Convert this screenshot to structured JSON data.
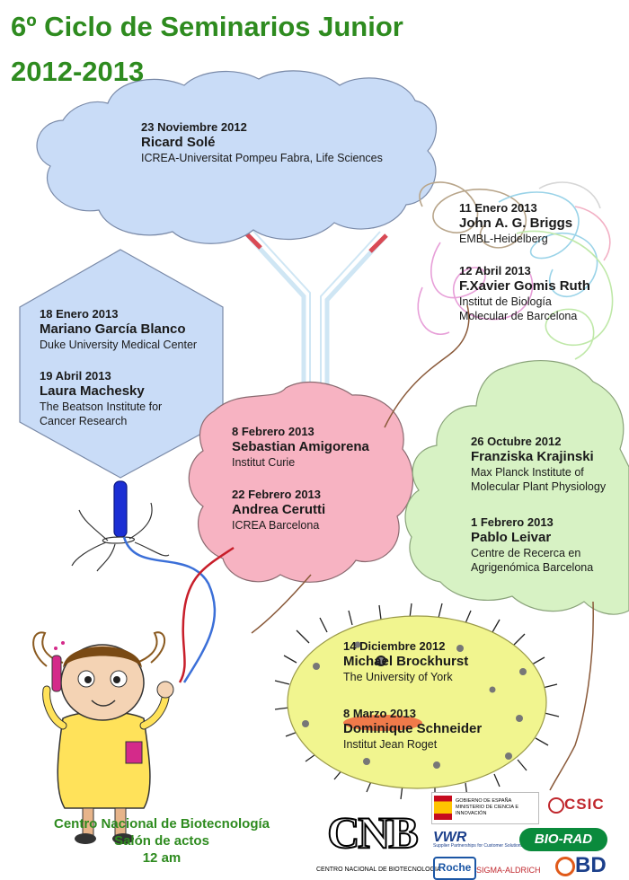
{
  "title": {
    "line1": "6º Ciclo de Seminarios Junior",
    "line2": "2012-2013"
  },
  "seminars": {
    "sole": {
      "date": "23 Noviembre 2012",
      "name": "Ricard Solé",
      "inst": "ICREA-Universitat Pompeu Fabra, Life Sciences"
    },
    "briggs": {
      "date": "11 Enero 2013",
      "name": "John A. G. Briggs",
      "inst": "EMBL-Heidelberg"
    },
    "gomis": {
      "date": "12 Abril 2013",
      "name": "F.Xavier Gomis Ruth",
      "inst1": "Institut de Biología",
      "inst2": "Molecular de Barcelona"
    },
    "garcia": {
      "date": "18 Enero 2013",
      "name": "Mariano García Blanco",
      "inst": "Duke University Medical Center"
    },
    "machesky": {
      "date": "19 Abril 2013",
      "name": "Laura Machesky",
      "inst1": "The Beatson Institute for",
      "inst2": "Cancer Research"
    },
    "amigorena": {
      "date": "8 Febrero 2013",
      "name": "Sebastian Amigorena",
      "inst": "Institut Curie"
    },
    "cerutti": {
      "date": "22 Febrero 2013",
      "name": "Andrea Cerutti",
      "inst": "ICREA Barcelona"
    },
    "krajinski": {
      "date": "26 Octubre 2012",
      "name": "Franziska Krajinski",
      "inst1": "Max Planck Institute of",
      "inst2": "Molecular Plant Physiology"
    },
    "leivar": {
      "date": "1 Febrero 2013",
      "name": "Pablo Leivar",
      "inst1": "Centre de Recerca en",
      "inst2": "Agrigenómica Barcelona"
    },
    "brockhurst": {
      "date": "14 Diciembre 2012",
      "name": "Michael Brockhurst",
      "inst": "The University of York"
    },
    "schneider": {
      "date": "8 Marzo 2013",
      "name": "Dominique Schneider",
      "inst": "Institut Jean Roget"
    }
  },
  "venue": {
    "line1": "Centro Nacional de Biotecnología",
    "line2": "Salón de actos",
    "line3": "12 am"
  },
  "logos": {
    "cnb_big": "CNB",
    "cnb_small": "CENTRO NACIONAL DE BIOTECNOLOGIA",
    "gobierno": "GOBIERNO DE ESPAÑA   MINISTERIO DE CIENCIA E INNOVACIÓN",
    "csic": "CSIC",
    "vwr": "VWR",
    "vwr_sub": "Supplier Partnerships for Customer Solutions",
    "biorad": "BIO-RAD",
    "roche": "Roche",
    "sigma": "SIGMA-ALDRICH",
    "bd": "BD"
  },
  "colors": {
    "title_green": "#2e8b1f",
    "cloud_blue": "#c9dcf7",
    "hexagon_blue": "#c9dcf7",
    "blob_pink": "#f7b3c2",
    "blob_green": "#d7f2c4",
    "cell_yellow": "#f1f58f"
  }
}
